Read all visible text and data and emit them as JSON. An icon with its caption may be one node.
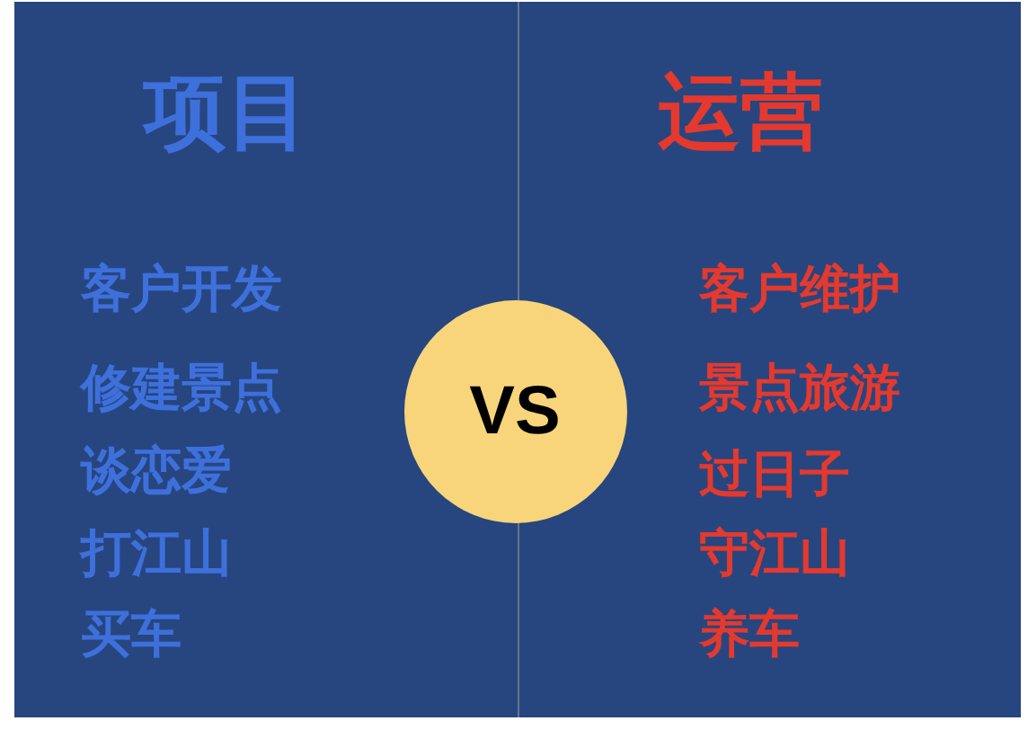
{
  "diagram": {
    "nodes": [
      {
        "text": [
          "项目",
          "客户开发",
          "修建景点",
          "谈恋爱",
          "打江山",
          "买车"
        ]
      },
      {
        "text": [
          "运营",
          "客户维护",
          "景点旅游",
          "过日子",
          "守江山",
          "养车"
        ]
      },
      {
        "text": [
          "VS"
        ]
      }
    ]
  }
}
